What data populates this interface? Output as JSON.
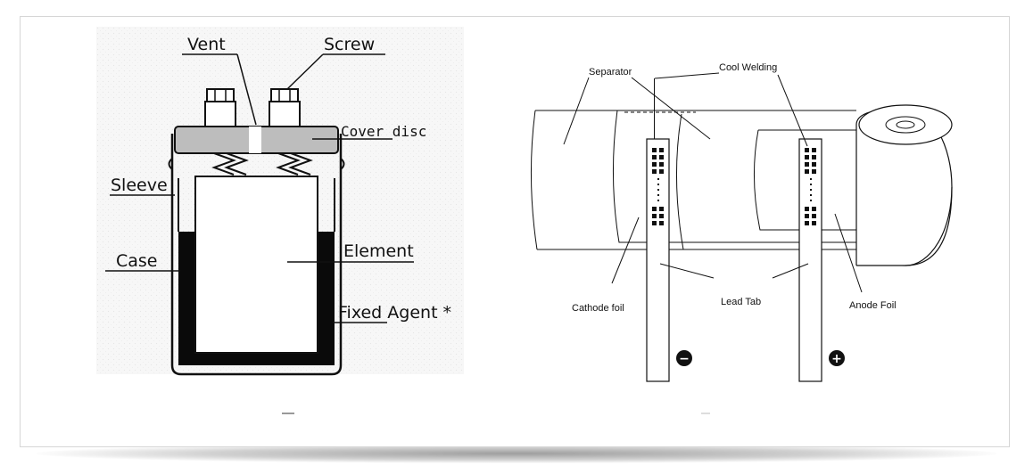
{
  "capacitor_diagram": {
    "labels": {
      "vent": "Vent",
      "screw": "Screw",
      "cover_disc": "Cover disc",
      "sleeve": "Sleeve",
      "case": "Case",
      "element": "Element",
      "fixed_agent": "Fixed Agent *"
    }
  },
  "winding_diagram": {
    "labels": {
      "separator": "Separator",
      "cool_welding": "Cool Welding",
      "cathode_foil": "Cathode foil",
      "lead_tab": "Lead Tab",
      "anode_foil": "Anode Foil"
    },
    "polarity": {
      "negative": "−",
      "positive": "+"
    }
  },
  "colors": {
    "line": "#111111",
    "cover_disc_fill": "#bdbdbd",
    "case_fill": "#0a0a0a",
    "card_border": "#d6d6d6"
  }
}
